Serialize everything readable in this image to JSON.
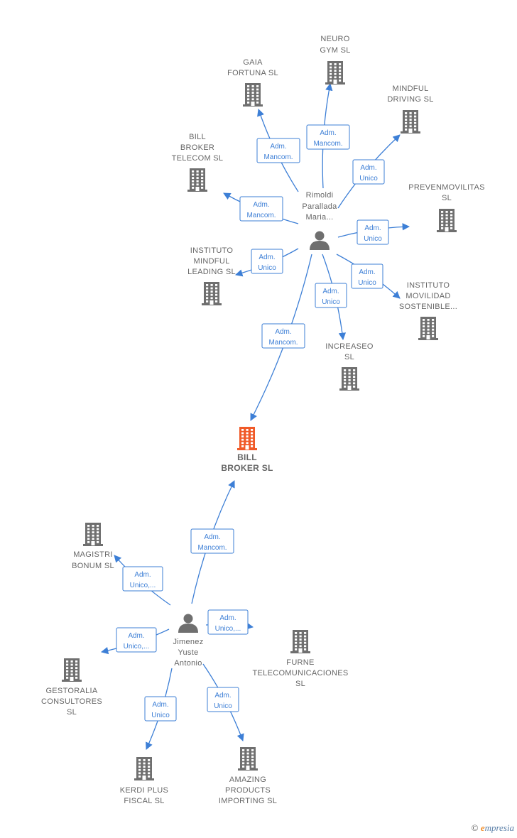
{
  "colors": {
    "edge": "#3d7fd6",
    "company": "#6f6f6f",
    "focus": "#f05a28",
    "person": "#6f6f6f"
  },
  "nodes": [
    {
      "id": "neuro",
      "kind": "company",
      "lines": [
        "NEURO",
        "GYM  SL"
      ]
    },
    {
      "id": "gaia",
      "kind": "company",
      "lines": [
        "GAIA",
        "FORTUNA  SL"
      ]
    },
    {
      "id": "mindful_driving",
      "kind": "company",
      "lines": [
        "MINDFUL",
        "DRIVING  SL"
      ]
    },
    {
      "id": "bill_telecom",
      "kind": "company",
      "lines": [
        "BILL",
        "BROKER",
        "TELECOM  SL"
      ]
    },
    {
      "id": "prevenmov",
      "kind": "company",
      "lines": [
        "PREVENMOVILITAS",
        "SL"
      ]
    },
    {
      "id": "instituto_mindful",
      "kind": "company",
      "lines": [
        "INSTITUTO",
        "MINDFUL",
        "LEADING  SL"
      ]
    },
    {
      "id": "instituto_movilidad",
      "kind": "company",
      "lines": [
        "INSTITUTO",
        "MOVILIDAD",
        "SOSTENIBLE..."
      ]
    },
    {
      "id": "increaseo",
      "kind": "company",
      "lines": [
        "INCREASEO",
        "SL"
      ]
    },
    {
      "id": "bill_broker",
      "kind": "focus",
      "lines": [
        "BILL",
        "BROKER  SL"
      ]
    },
    {
      "id": "magistri",
      "kind": "company",
      "lines": [
        "MAGISTRI",
        "BONUM  SL"
      ]
    },
    {
      "id": "furne",
      "kind": "company",
      "lines": [
        "FURNE",
        "TELECOMUNICACIONES",
        "SL"
      ]
    },
    {
      "id": "gestoralia",
      "kind": "company",
      "lines": [
        "GESTORALIA",
        "CONSULTORES",
        "SL"
      ]
    },
    {
      "id": "kerdi",
      "kind": "company",
      "lines": [
        "KERDI PLUS",
        "FISCAL  SL"
      ]
    },
    {
      "id": "amazing",
      "kind": "company",
      "lines": [
        "AMAZING",
        "PRODUCTS",
        "IMPORTING  SL"
      ]
    },
    {
      "id": "rimoldi",
      "kind": "person",
      "lines": [
        "Rimoldi",
        "Parallada",
        "Maria..."
      ]
    },
    {
      "id": "jimenez",
      "kind": "person",
      "lines": [
        "Jimenez",
        "Yuste",
        "Antonio"
      ]
    }
  ],
  "edges": [
    {
      "id": "e1",
      "from": "rimoldi",
      "to": "neuro",
      "lines": [
        "Adm.",
        "Mancom."
      ]
    },
    {
      "id": "e2",
      "from": "rimoldi",
      "to": "gaia",
      "lines": [
        "Adm.",
        "Mancom."
      ]
    },
    {
      "id": "e3",
      "from": "rimoldi",
      "to": "mindful_driving",
      "lines": [
        "Adm.",
        "Unico"
      ]
    },
    {
      "id": "e4",
      "from": "rimoldi",
      "to": "bill_telecom",
      "lines": [
        "Adm.",
        "Mancom."
      ]
    },
    {
      "id": "e5",
      "from": "rimoldi",
      "to": "prevenmov",
      "lines": [
        "Adm.",
        "Unico"
      ]
    },
    {
      "id": "e6",
      "from": "rimoldi",
      "to": "instituto_mindful",
      "lines": [
        "Adm.",
        "Unico"
      ]
    },
    {
      "id": "e7",
      "from": "rimoldi",
      "to": "instituto_movilidad",
      "lines": [
        "Adm.",
        "Unico"
      ]
    },
    {
      "id": "e8",
      "from": "rimoldi",
      "to": "increaseo",
      "lines": [
        "Adm.",
        "Unico"
      ]
    },
    {
      "id": "e9",
      "from": "rimoldi",
      "to": "bill_broker",
      "lines": [
        "Adm.",
        "Mancom."
      ]
    },
    {
      "id": "e10",
      "from": "jimenez",
      "to": "bill_broker",
      "lines": [
        "Adm.",
        "Mancom."
      ]
    },
    {
      "id": "e11",
      "from": "jimenez",
      "to": "magistri",
      "lines": [
        "Adm.",
        "Unico,..."
      ]
    },
    {
      "id": "e12",
      "from": "jimenez",
      "to": "furne",
      "lines": [
        "Adm.",
        "Unico,..."
      ]
    },
    {
      "id": "e13",
      "from": "jimenez",
      "to": "gestoralia",
      "lines": [
        "Adm.",
        "Unico,..."
      ]
    },
    {
      "id": "e14",
      "from": "jimenez",
      "to": "kerdi",
      "lines": [
        "Adm.",
        "Unico"
      ]
    },
    {
      "id": "e15",
      "from": "jimenez",
      "to": "amazing",
      "lines": [
        "Adm.",
        "Unico"
      ]
    }
  ],
  "footer": {
    "copyright": "©",
    "brand_initial": "e",
    "brand_rest": "mpresia"
  }
}
